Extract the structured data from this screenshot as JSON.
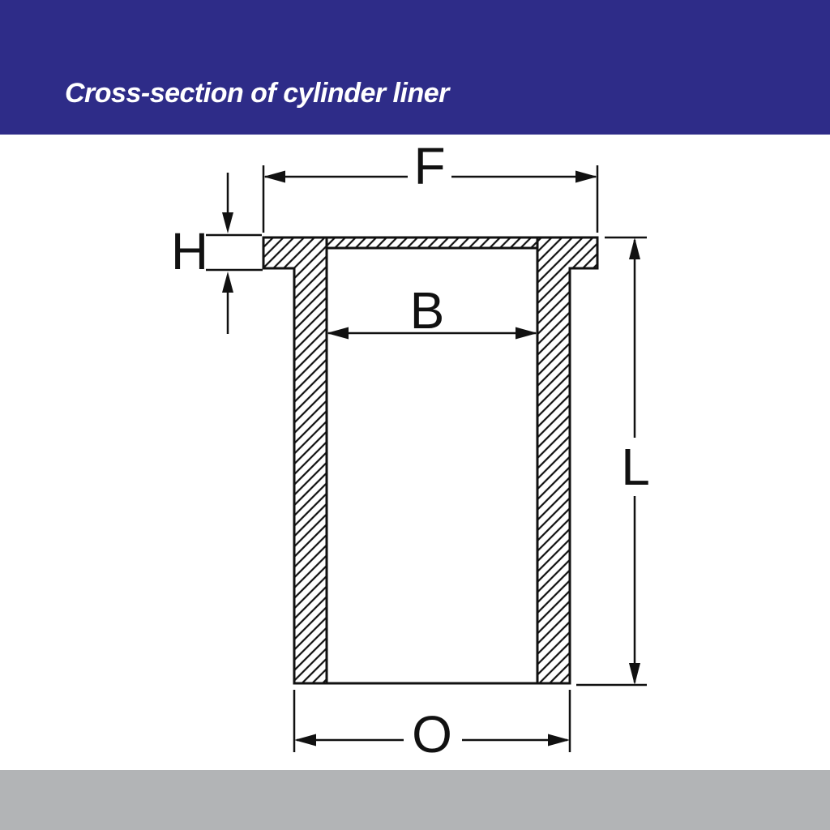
{
  "header": {
    "title": "Cross-section of cylinder liner",
    "bg_color": "#2e2c88",
    "text_color": "#ffffff"
  },
  "dimensions": {
    "F": "F",
    "H": "H",
    "B": "B",
    "L": "L",
    "O": "O"
  },
  "colors": {
    "ink": "#111111",
    "paper": "#ffffff",
    "footer_bg": "#b2b4b6"
  }
}
